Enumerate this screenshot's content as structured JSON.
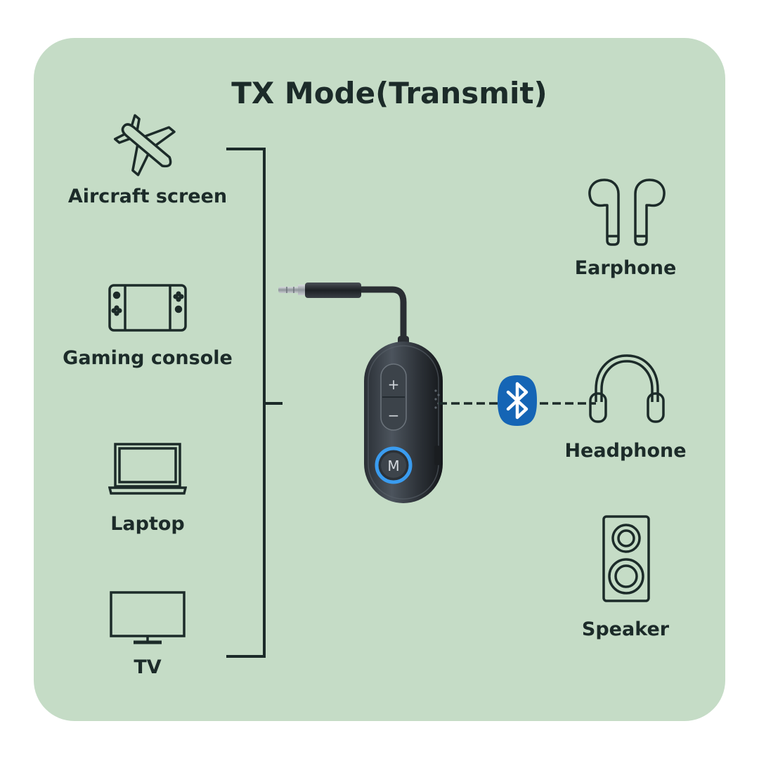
{
  "title": "TX Mode(Transmit)",
  "sources": [
    {
      "label": "Aircraft screen",
      "icon": "airplane-icon"
    },
    {
      "label": "Gaming console",
      "icon": "gaming-console-icon"
    },
    {
      "label": "Laptop",
      "icon": "laptop-icon"
    },
    {
      "label": "TV",
      "icon": "tv-icon"
    }
  ],
  "device": {
    "plus": "+",
    "minus": "−",
    "mode": "M"
  },
  "connection_icon": "bluetooth-icon",
  "outputs": [
    {
      "label": "Earphone",
      "icon": "earphone-icon"
    },
    {
      "label": "Headphone",
      "icon": "headphone-icon"
    },
    {
      "label": "Speaker",
      "icon": "speaker-icon"
    }
  ],
  "colors": {
    "panel": "#c5dcc6",
    "ink": "#1c2b29",
    "bluetooth": "#1565b5",
    "led": "#3a9cf0"
  }
}
